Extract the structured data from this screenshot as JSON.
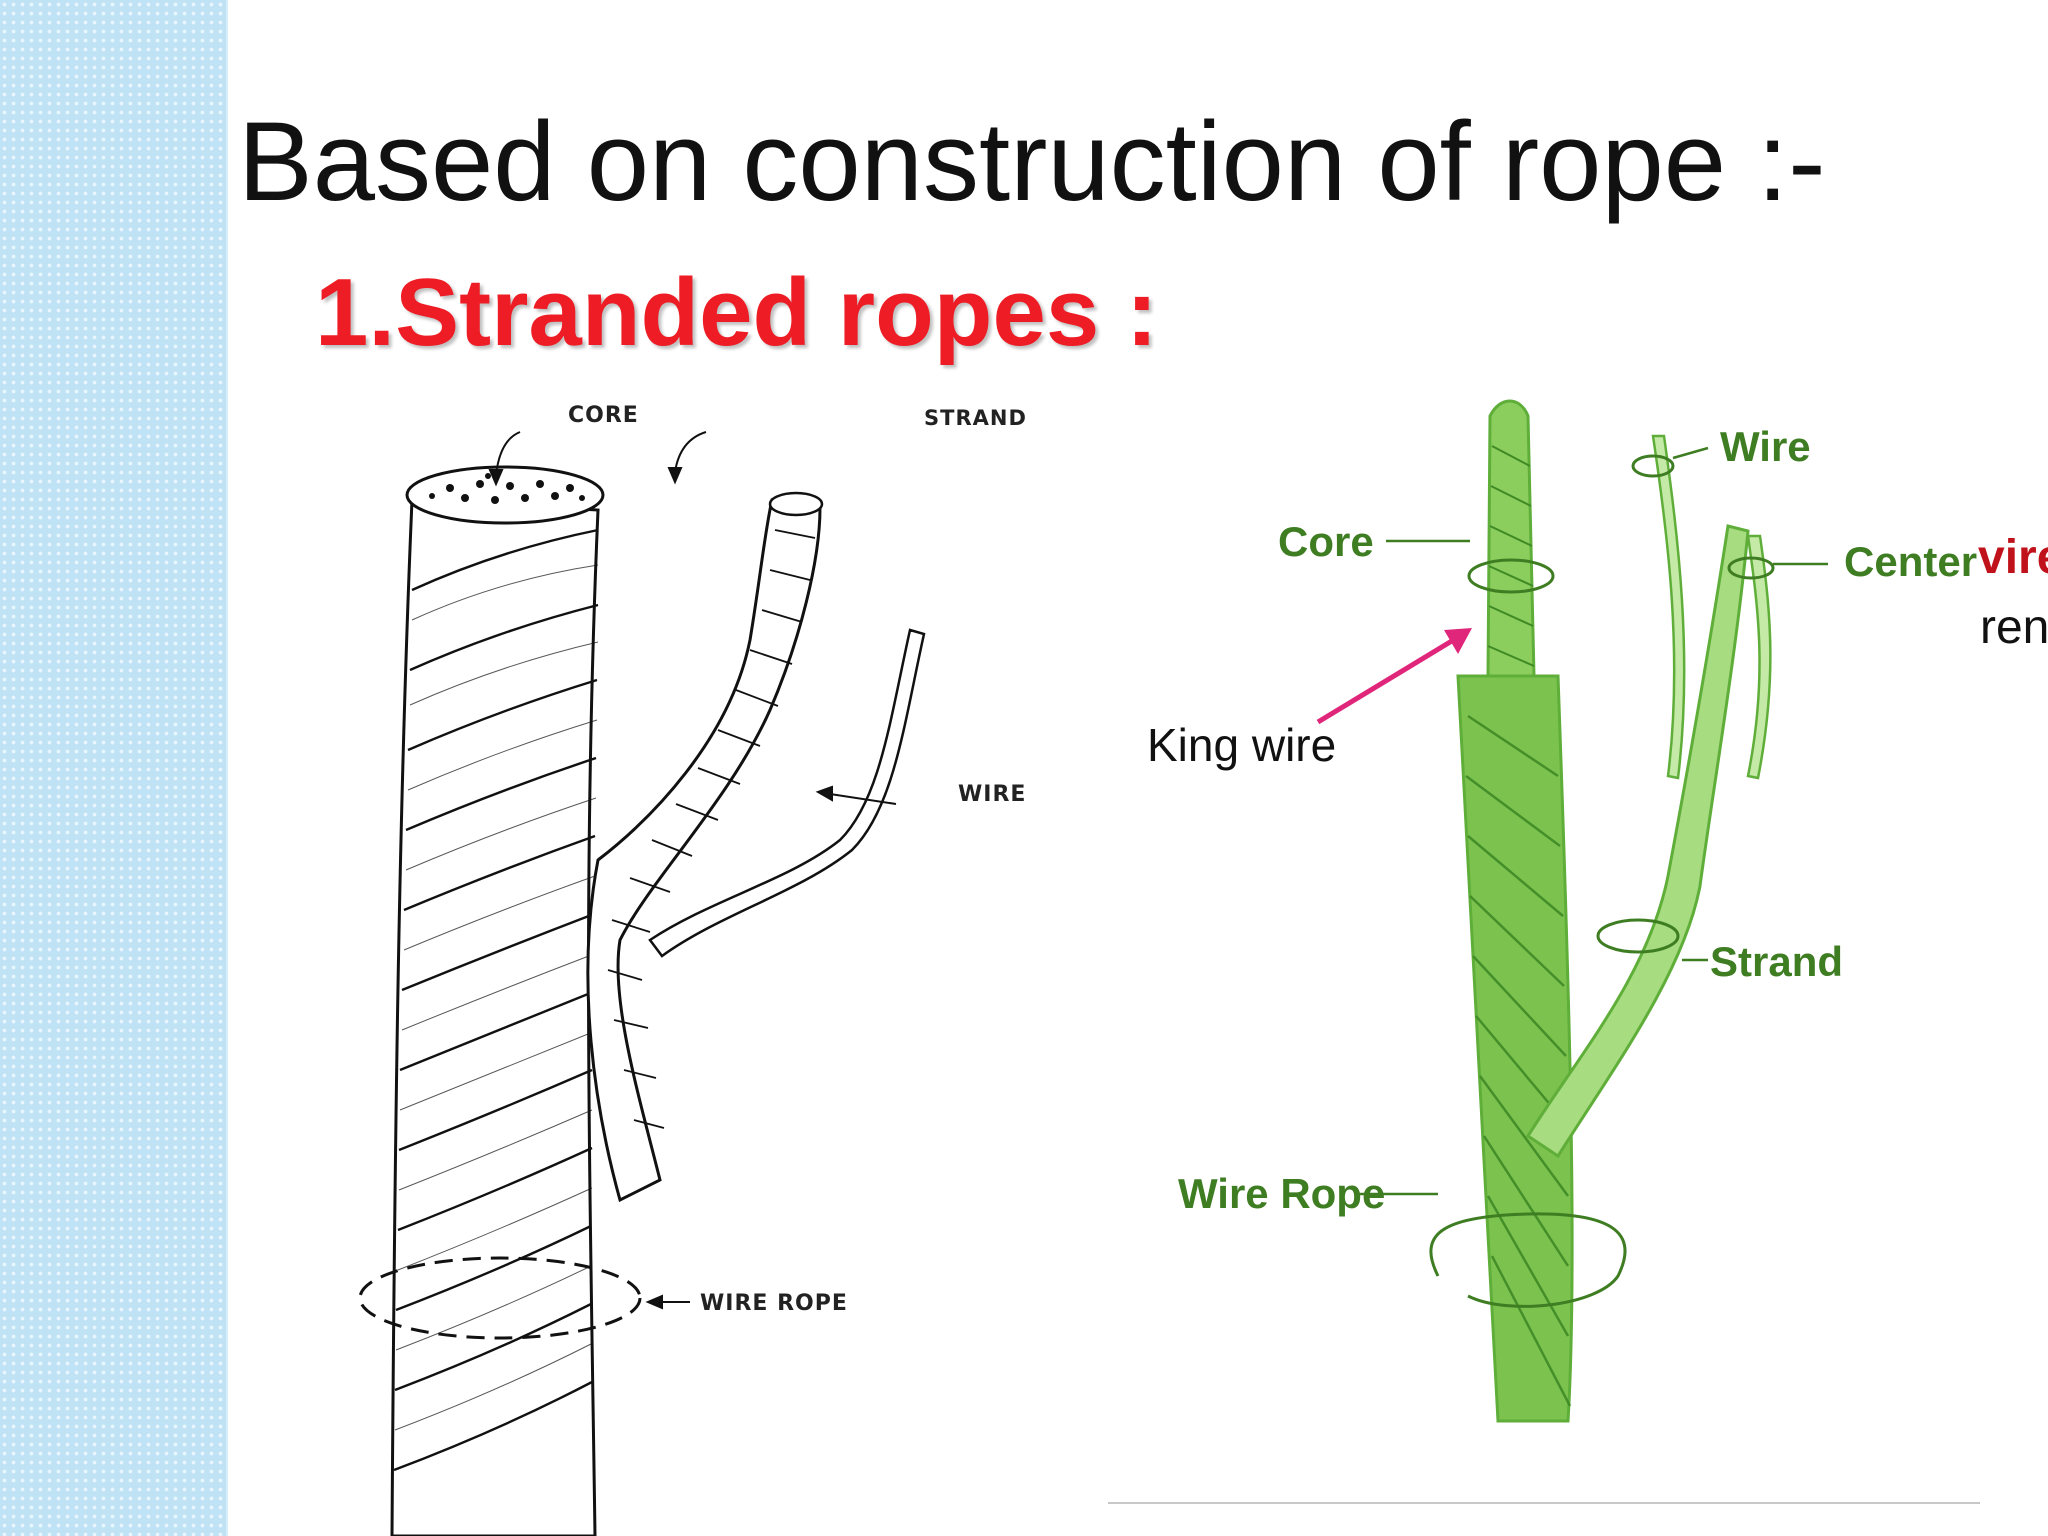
{
  "slide": {
    "title": "Based on construction of rope :-",
    "subtitle": "1.Stranded ropes :"
  },
  "left_figure": {
    "labels": {
      "core": "CORE",
      "strand": "STRAND",
      "wire": "WIRE",
      "wire_rope": "WIRE ROPE"
    }
  },
  "right_figure": {
    "labels": {
      "wire": "Wire",
      "core": "Core",
      "center_wire": "Center",
      "strand": "Strand",
      "wire_rope": "Wire Rope"
    },
    "annotation": "King wire",
    "cut_off_text_red": "vire",
    "cut_off_text_black": "ren"
  },
  "colors": {
    "title": "#111111",
    "subtitle": "#ee1c24",
    "green_diagram": "#5fae3a",
    "green_label": "#3e7d22",
    "arrow_pink": "#e0267a",
    "side_band": "#bfe2f5"
  }
}
